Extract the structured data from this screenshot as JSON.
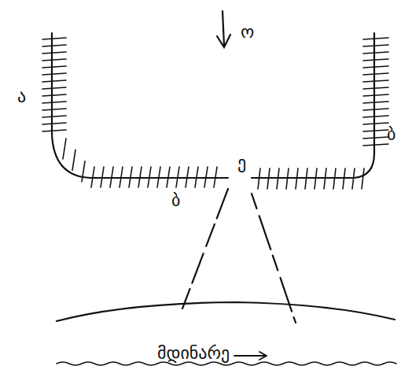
{
  "diagram": {
    "labels": [
      "ო",
      "ა",
      "ბ",
      "ბ",
      "ე",
      "მდინარე"
    ]
  }
}
